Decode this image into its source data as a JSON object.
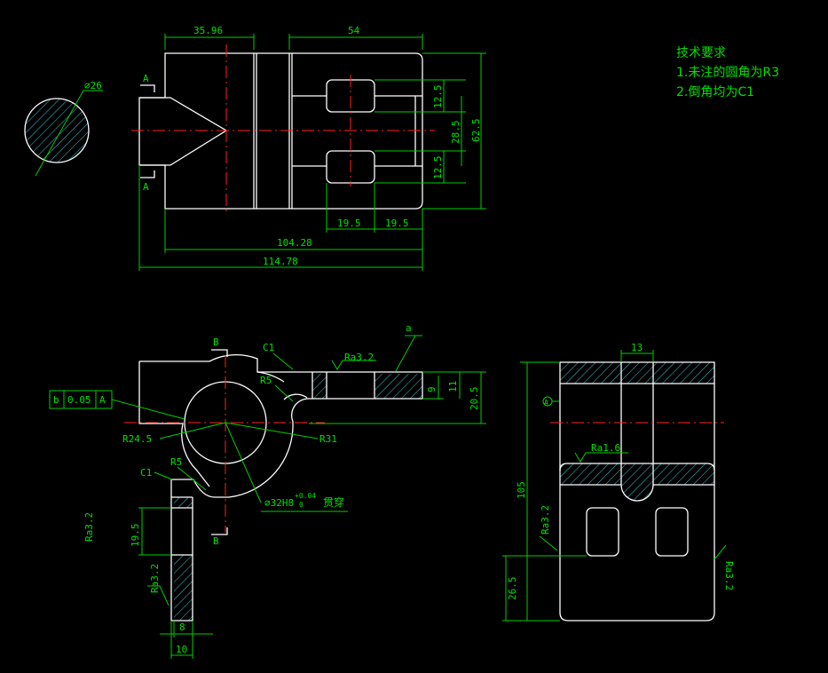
{
  "tech_requirements": {
    "title": "技术要求",
    "item1": "1.未注的圆角为R3",
    "item2": "2.倒角均为C1"
  },
  "top_view": {
    "dim_35_96": "35.96",
    "dim_54": "54",
    "dim_12_5_top": "12.5",
    "dim_28_5": "28.5",
    "dim_62_5": "62.5",
    "dim_12_5_bottom": "12.5",
    "dim_19_5_left": "19.5",
    "dim_19_5_right": "19.5",
    "dim_104_28": "104.28",
    "dim_114_78": "114.78",
    "section_a_top": "A",
    "section_a_bottom": "A"
  },
  "section_circle": {
    "diameter": "⌀26"
  },
  "front_view": {
    "section_b_top": "B",
    "section_b_bottom": "B",
    "chamfer_top": "C1",
    "ra_top": "Ra3.2",
    "leader_a": "a",
    "r5_top": "R5",
    "dim_9": "9",
    "dim_11": "11",
    "dim_20_5": "20.5",
    "tol_symbol": "b",
    "tol_value": "0.05",
    "tol_datum": "A",
    "r24_5": "R24.5",
    "r31": "R31",
    "chamfer_left": "C1",
    "r5_left": "R5",
    "bore": "⌀32H8",
    "bore_tol_upper": "+0.04",
    "bore_tol_lower": "0",
    "bore_note": "贯穿",
    "ra_left": "Ra3.2",
    "dim_19_5": "19.5",
    "ra_lower": "Ra3.2",
    "dim_8": "8",
    "dim_10": "10"
  },
  "side_view": {
    "dim_13": "13",
    "datum_a": "A",
    "ra_center": "Ra1.6",
    "dim_105": "105",
    "ra_left": "Ra3.2",
    "dim_26_5": "26.5",
    "ra_right": "Ra3.2"
  },
  "colors": {
    "background": "#000000",
    "outline": "#ffffff",
    "dimension": "#00e000",
    "centerline": "#ff2020",
    "hatch": "#40c8d8"
  }
}
